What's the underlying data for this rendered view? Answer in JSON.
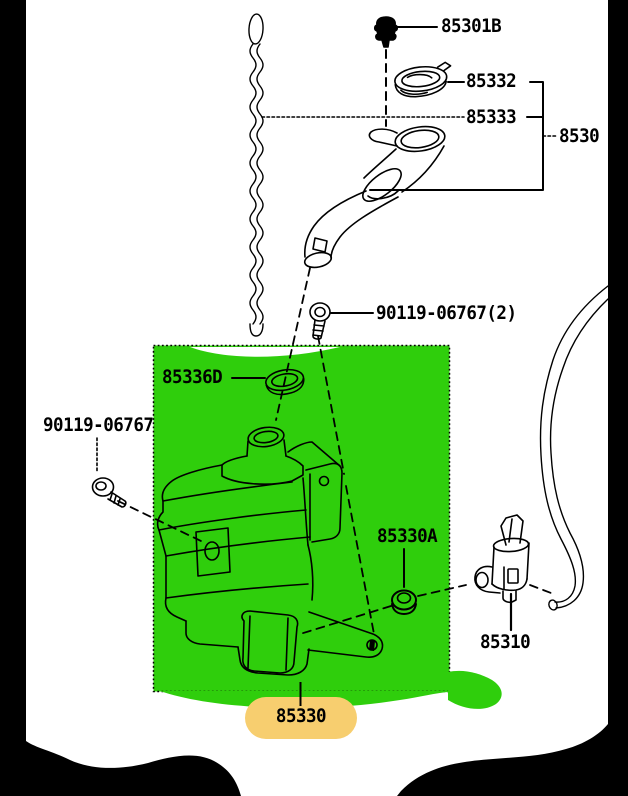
{
  "diagram": {
    "colors": {
      "background": "#000000",
      "page": "#ffffff",
      "line": "#000000",
      "highlight_green": "#2fce0c",
      "highlight_yellow": "#f7ce6f"
    },
    "callouts": {
      "bolt": "85301B",
      "cap": "85332",
      "washer_hose": "85333",
      "group": "8530",
      "screw_upper": "90119-06767(2)",
      "grommet_filler": "85336D",
      "screw_left": "90119-06767",
      "grommet_pump": "85330A",
      "pump": "85310",
      "selected_jar": "85330"
    }
  }
}
